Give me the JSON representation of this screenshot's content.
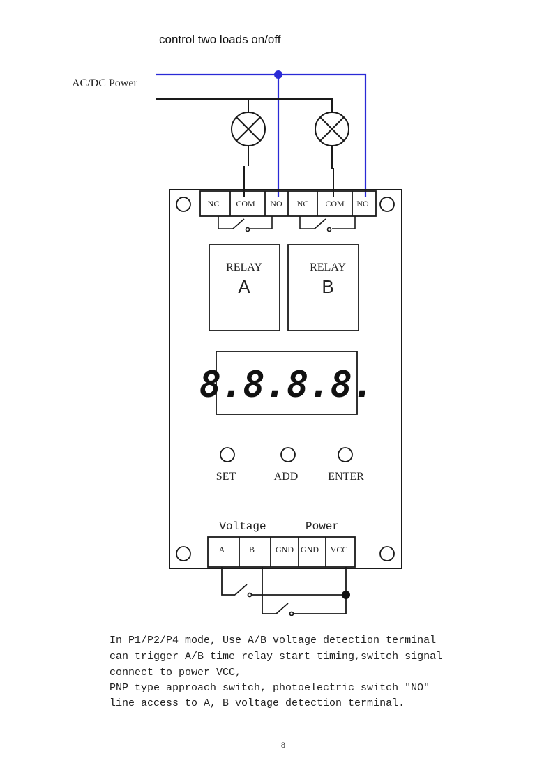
{
  "title": "control two loads  on/off",
  "power_label": "AC/DC Power",
  "top_terminals": [
    "NC",
    "COM",
    "NO",
    "NC",
    "COM",
    "NO"
  ],
  "relays": [
    {
      "label": "RELAY",
      "letter": "A"
    },
    {
      "label": "RELAY",
      "letter": "B"
    }
  ],
  "display": "8.8.8.8.",
  "buttons": [
    "SET",
    "ADD",
    "ENTER"
  ],
  "voltage_label": "Voltage",
  "power_group_label": "Power",
  "bottom_terminals": [
    "A",
    "B",
    "GND",
    "GND",
    "VCC"
  ],
  "notes": [
    "In P1/P2/P4 mode, Use A/B voltage detection terminal",
    "can trigger A/B time relay start timing,switch signal",
    "connect to power VCC,",
    "PNP type approach switch, photoelectric switch \"NO\"",
    "line  access to A, B voltage detection terminal."
  ],
  "page_number": "8",
  "colors": {
    "wire_blue": "#2a2ad6",
    "line": "#1a1a1a"
  }
}
